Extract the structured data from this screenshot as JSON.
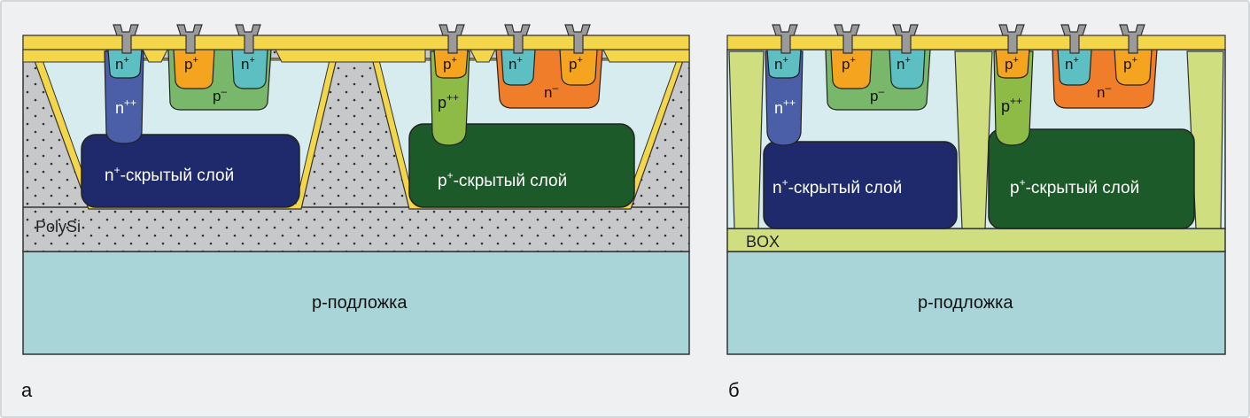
{
  "panels": {
    "a": {
      "letter": "а",
      "substrate": "р-подложка",
      "polysi": "PolySi",
      "n_buried": {
        "base": "n",
        "sup": "+",
        "rest": "-скрытый слой"
      },
      "p_buried": {
        "base": "p",
        "sup": "+",
        "rest": "-скрытый слой"
      },
      "n_pp": {
        "base": "n",
        "sup": "++"
      },
      "p_pp": {
        "base": "p",
        "sup": "++"
      },
      "p_minus": {
        "base": "p",
        "sup": "–"
      },
      "n_minus": {
        "base": "n",
        "sup": "–"
      },
      "n_plus": {
        "base": "n",
        "sup": "+"
      },
      "p_plus": {
        "base": "p",
        "sup": "+"
      }
    },
    "b": {
      "letter": "б",
      "substrate": "р-подложка",
      "box": "BOX",
      "n_buried": {
        "base": "n",
        "sup": "+",
        "rest": "-скрытый слой"
      },
      "p_buried": {
        "base": "p",
        "sup": "+",
        "rest": "-скрытый слой"
      },
      "n_pp": {
        "base": "n",
        "sup": "++"
      },
      "p_pp": {
        "base": "p",
        "sup": "++"
      },
      "p_minus": {
        "base": "p",
        "sup": "–"
      },
      "n_minus": {
        "base": "n",
        "sup": "–"
      },
      "n_plus": {
        "base": "n",
        "sup": "+"
      },
      "p_plus": {
        "base": "p",
        "sup": "+"
      }
    }
  },
  "colors": {
    "frame_bg": "#eef0f2",
    "substrate": "#a9d5d9",
    "epi": "#d7ecef",
    "polysi": "#c7c8c9",
    "oxide": "#f3d64a",
    "box": "#cfdf7f",
    "n_buried": "#1e2a6b",
    "p_buried": "#1d5a2a",
    "n_pp": "#4a5fa8",
    "p_pp": "#8dbb45",
    "p_well": "#79b86a",
    "n_well": "#ef7d2a",
    "n_plus": "#5ebfc2",
    "p_plus": "#f4a41e",
    "metal": "#9a9a9a"
  }
}
